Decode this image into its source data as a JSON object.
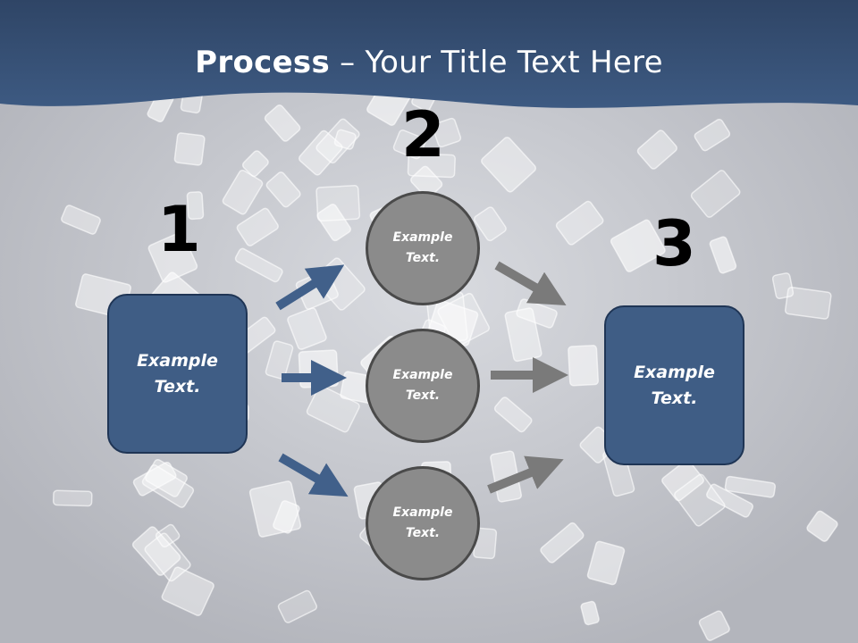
{
  "title": {
    "bold": "Process",
    "rest": " – Your Title Text Here"
  },
  "steps": {
    "one": "1",
    "two": "2",
    "three": "3"
  },
  "left_box": {
    "text": "Example\nText."
  },
  "right_box": {
    "text": "Example\nText."
  },
  "circles": [
    {
      "text": "Example\nText."
    },
    {
      "text": "Example\nText."
    },
    {
      "text": "Example\nText."
    }
  ],
  "colors": {
    "header": "#3f5d85",
    "box_fill": "#3f5d85",
    "blue_arrow": "#41608a",
    "gray_arrow": "#7a7a7a",
    "circle_fill": "#8b8b8b",
    "background": "#bcbec5"
  }
}
